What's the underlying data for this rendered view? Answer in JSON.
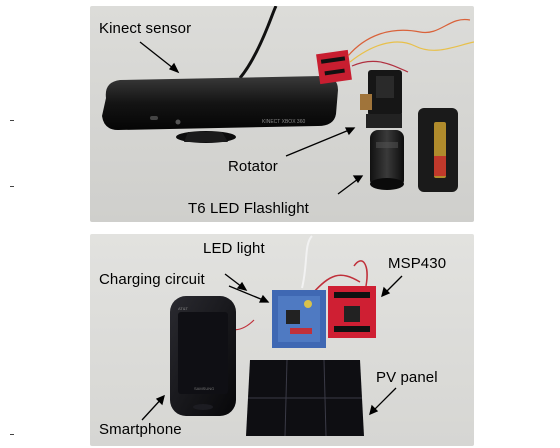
{
  "top_photo": {
    "labels": {
      "kinect": "Kinect sensor",
      "rotator": "Rotator",
      "flashlight": "T6 LED Flashlight"
    },
    "device_print": "KINECT XBOX 360"
  },
  "bottom_photo": {
    "labels": {
      "led": "LED light",
      "charging": "Charging circuit",
      "msp": "MSP430",
      "pv": "PV panel",
      "phone": "Smartphone"
    },
    "phone_brand": "SAMSUNG",
    "phone_carrier": "AT&T"
  }
}
